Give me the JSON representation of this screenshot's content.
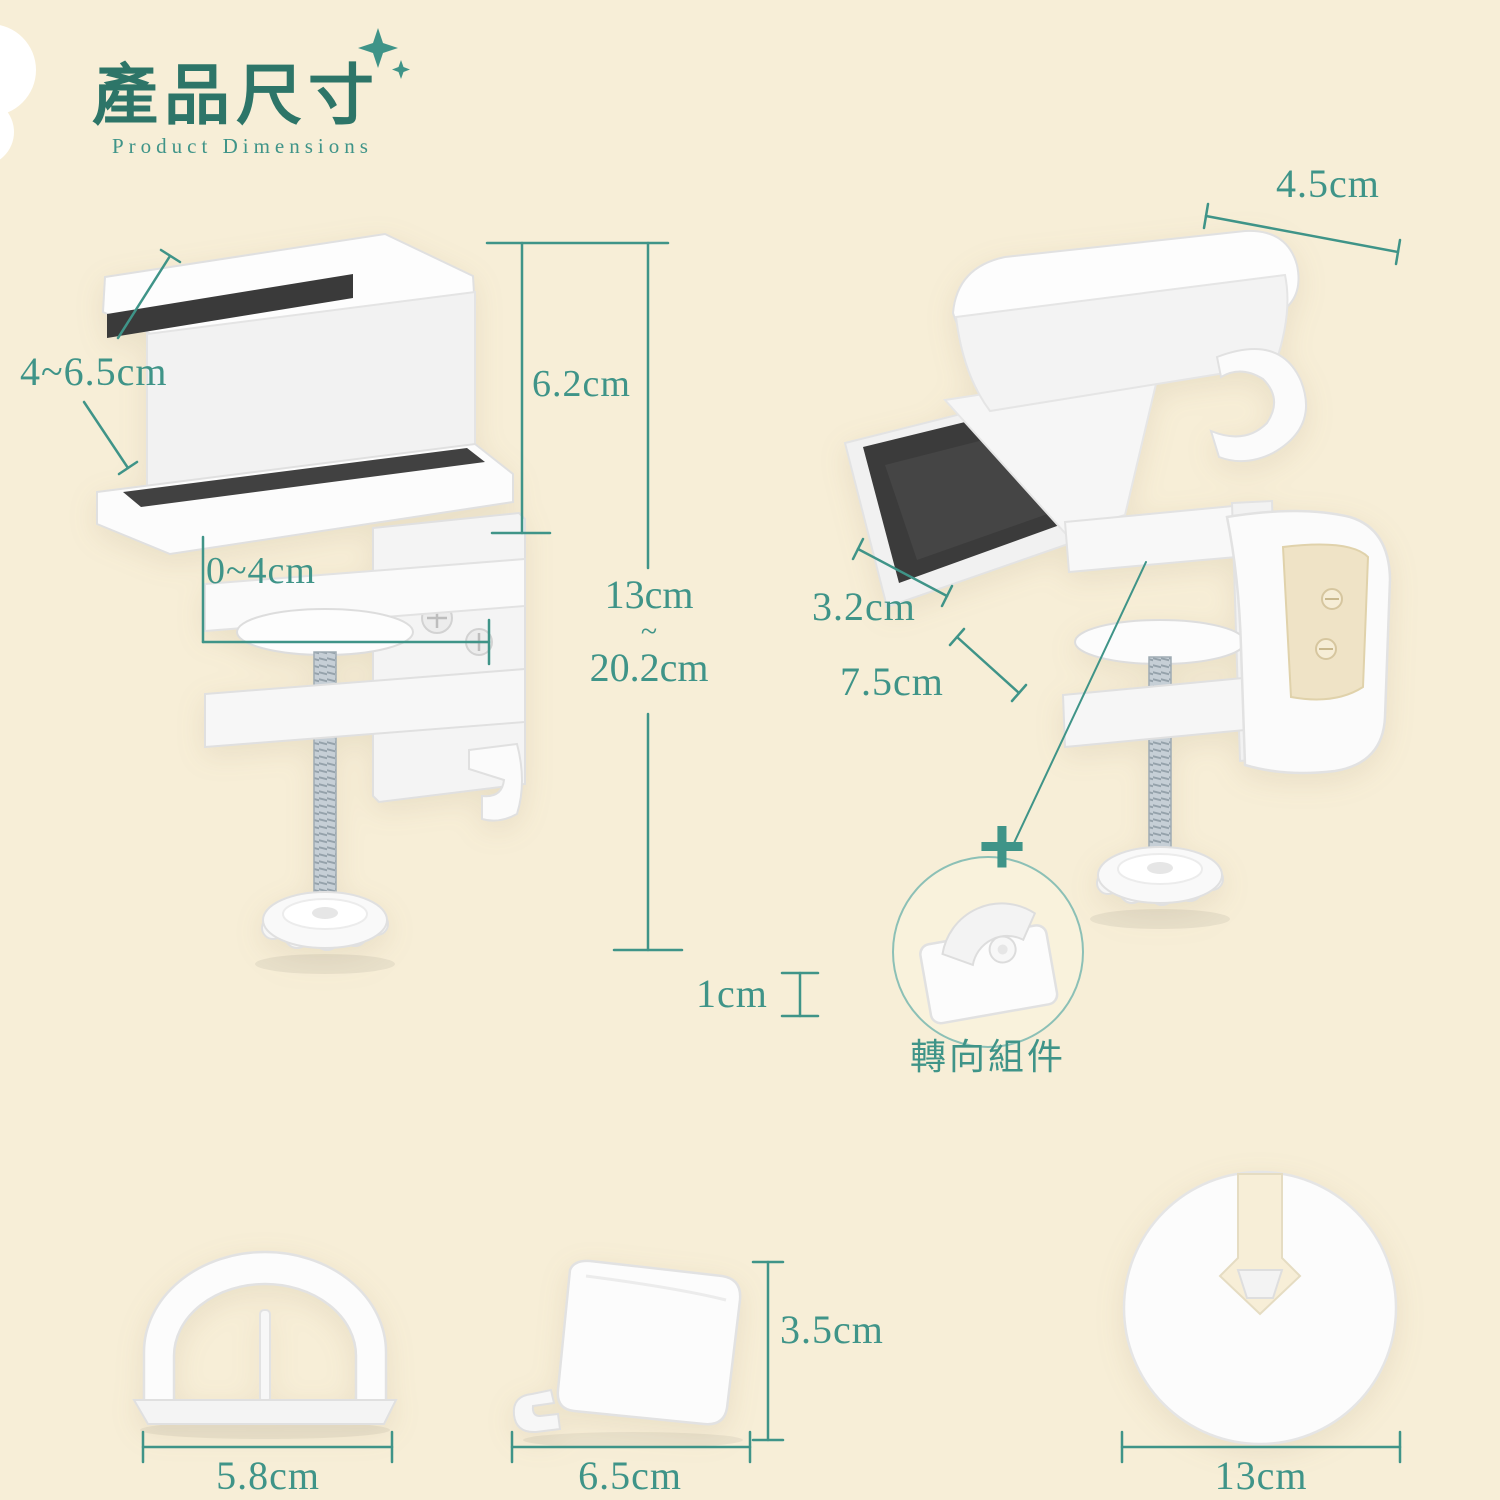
{
  "page": {
    "background": "#f7eed7",
    "accent": "#3f9488",
    "title_color": "#2d7568",
    "pad_color": "#3b3b3b"
  },
  "header": {
    "title": "產品尺寸",
    "subtitle": "Product Dimensions"
  },
  "left_view": {
    "jaw_range": "4~6.5cm",
    "pad_height": "6.2cm",
    "opening_range": "0~4cm",
    "height_min": "13cm",
    "height_tilde": "~",
    "height_max": "20.2cm"
  },
  "right_view": {
    "top_width": "4.5cm",
    "pad_depth": "3.2cm",
    "base_depth": "7.5cm",
    "adapter_height": "1cm",
    "plus": "+",
    "adapter_label": "轉向組件"
  },
  "parts_row": {
    "hook_width": "5.8cm",
    "cover_width": "6.5cm",
    "cover_height": "3.5cm",
    "disc_width": "13cm"
  }
}
